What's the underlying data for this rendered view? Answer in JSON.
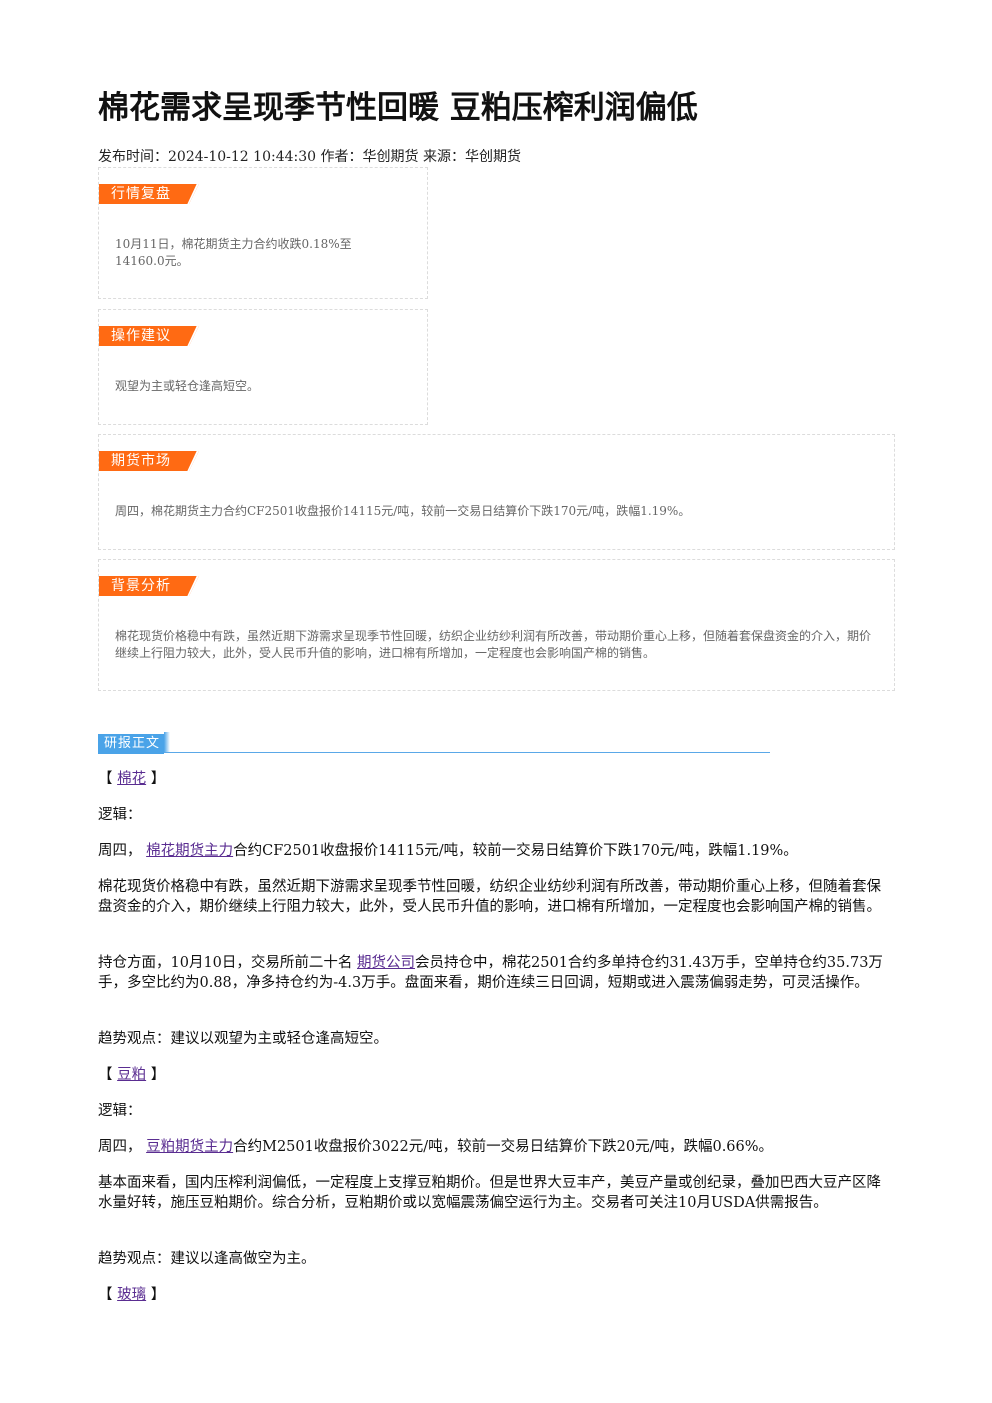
{
  "title": "棉花需求呈现季节性回暖 豆粕压榨利润偏低",
  "meta": "发布时间：2024-10-12 10:44:30 作者：华创期货 来源：华创期货",
  "cards": [
    {
      "tag": "行情复盘",
      "text": "10月11日，棉花期货主力合约收跌0.18%至\n14160.0元。"
    },
    {
      "tag": "操作建议",
      "text": "观望为主或轻仓逢高短空。"
    },
    {
      "tag": "期货市场",
      "text": "周四，棉花期货主力合约CF2501收盘报价14115元/吨，较前一交易日结算价下跌170元/吨，跌幅1.19%。"
    },
    {
      "tag": "背景分析",
      "text": "棉花现货价格稳中有跌，虽然近期下游需求呈现季节性回暖，纺织企业纺纱利润有所改善，带动期价重心上移，但随着套保盘资金的介入，期价继续上行阻力较大，此外，受人民币升值的影响，进口棉有所增加，一定程度也会影响国产棉的销售。"
    }
  ],
  "section_label": "研报正文",
  "body": {
    "cotton": {
      "bracket_open": "【",
      "link": "棉花",
      "bracket_close": "】",
      "logic": "逻辑：",
      "p1_prefix": "周四，",
      "p1_link": "棉花期货主力",
      "p1_suffix": "合约CF2501收盘报价14115元/吨，较前一交易日结算价下跌170元/吨，跌幅1.19%。",
      "p2": "棉花现货价格稳中有跌，虽然近期下游需求呈现季节性回暖，纺织企业纺纱利润有所改善，带动期价重心上移，但随着套保盘资金的介入，期价继续上行阻力较大，此外，受人民币升值的影响，进口棉有所增加，一定程度也会影响国产棉的销售。",
      "p3_prefix": "持仓方面，10月10日，交易所前二十名",
      "p3_link": "期货公司",
      "p3_suffix": "会员持仓中，棉花2501合约多单持仓约31.43万手，空单持仓约35.73万手，多空比约为0.88，净多持仓约为-4.3万手。盘面来看，期价连续三日回调，短期或进入震荡偏弱走势，可灵活操作。",
      "trend": "趋势观点：建议以观望为主或轻仓逢高短空。"
    },
    "soymeal": {
      "bracket_open": "【",
      "link": "豆粕",
      "bracket_close": "】",
      "logic": "逻辑：",
      "p1_prefix": "周四，",
      "p1_link": "豆粕期货主力",
      "p1_suffix": "合约M2501收盘报价3022元/吨，较前一交易日结算价下跌20元/吨，跌幅0.66%。",
      "p2": "基本面来看，国内压榨利润偏低，一定程度上支撑豆粕期价。但是世界大豆丰产，美豆产量或创纪录，叠加巴西大豆产区降水量好转，施压豆粕期价。综合分析，豆粕期价或以宽幅震荡偏空运行为主。交易者可关注10月USDA供需报告。",
      "trend": "趋势观点：建议以逢高做空为主。"
    },
    "glass": {
      "bracket_open": "【",
      "link": "玻璃",
      "bracket_close": "】"
    }
  }
}
